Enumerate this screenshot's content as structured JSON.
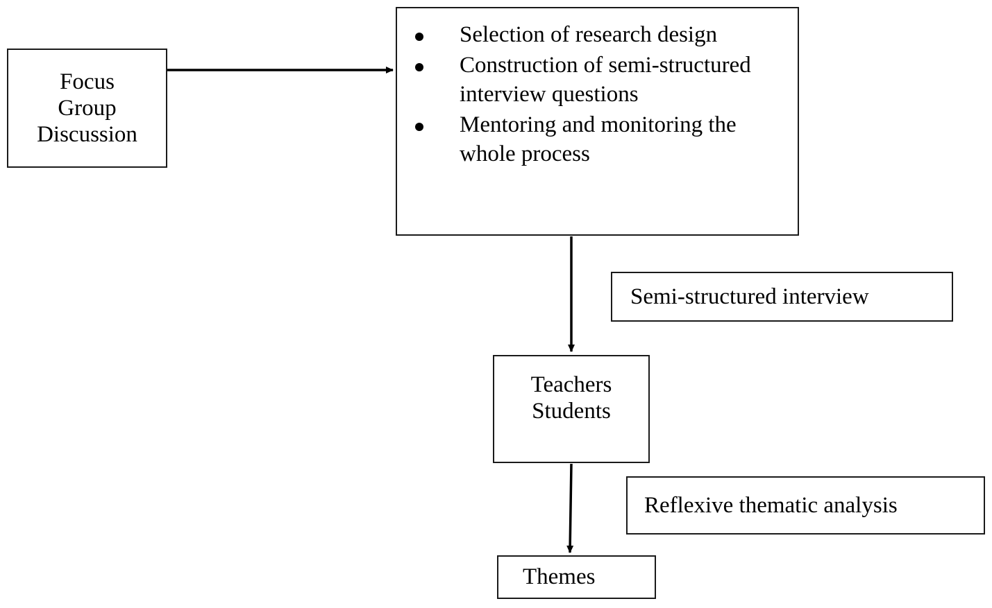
{
  "diagram": {
    "title": "Qualitative research process flowchart",
    "background_color": "#ffffff",
    "line_color": "#000000",
    "text_color": "#000000"
  },
  "nodes": {
    "focus_group": {
      "label": "Focus\nGroup\nDiscussion"
    },
    "process": {
      "bullets": [
        "Selection of research design",
        "Construction of semi-structured interview questions",
        "Mentoring and monitoring the whole process"
      ]
    },
    "semi_structured": {
      "label": "Semi-structured interview"
    },
    "participants": {
      "label": "Teachers\nStudents"
    },
    "analysis": {
      "label": "Reflexive thematic analysis"
    },
    "themes": {
      "label": "Themes"
    }
  },
  "connectors": [
    {
      "name": "focus-group-to-process",
      "from": "focus_group",
      "to": "process",
      "direction": "right"
    },
    {
      "name": "process-to-participants",
      "from": "process",
      "to": "participants",
      "direction": "down"
    },
    {
      "name": "participants-to-themes",
      "from": "participants",
      "to": "themes",
      "direction": "down"
    }
  ]
}
